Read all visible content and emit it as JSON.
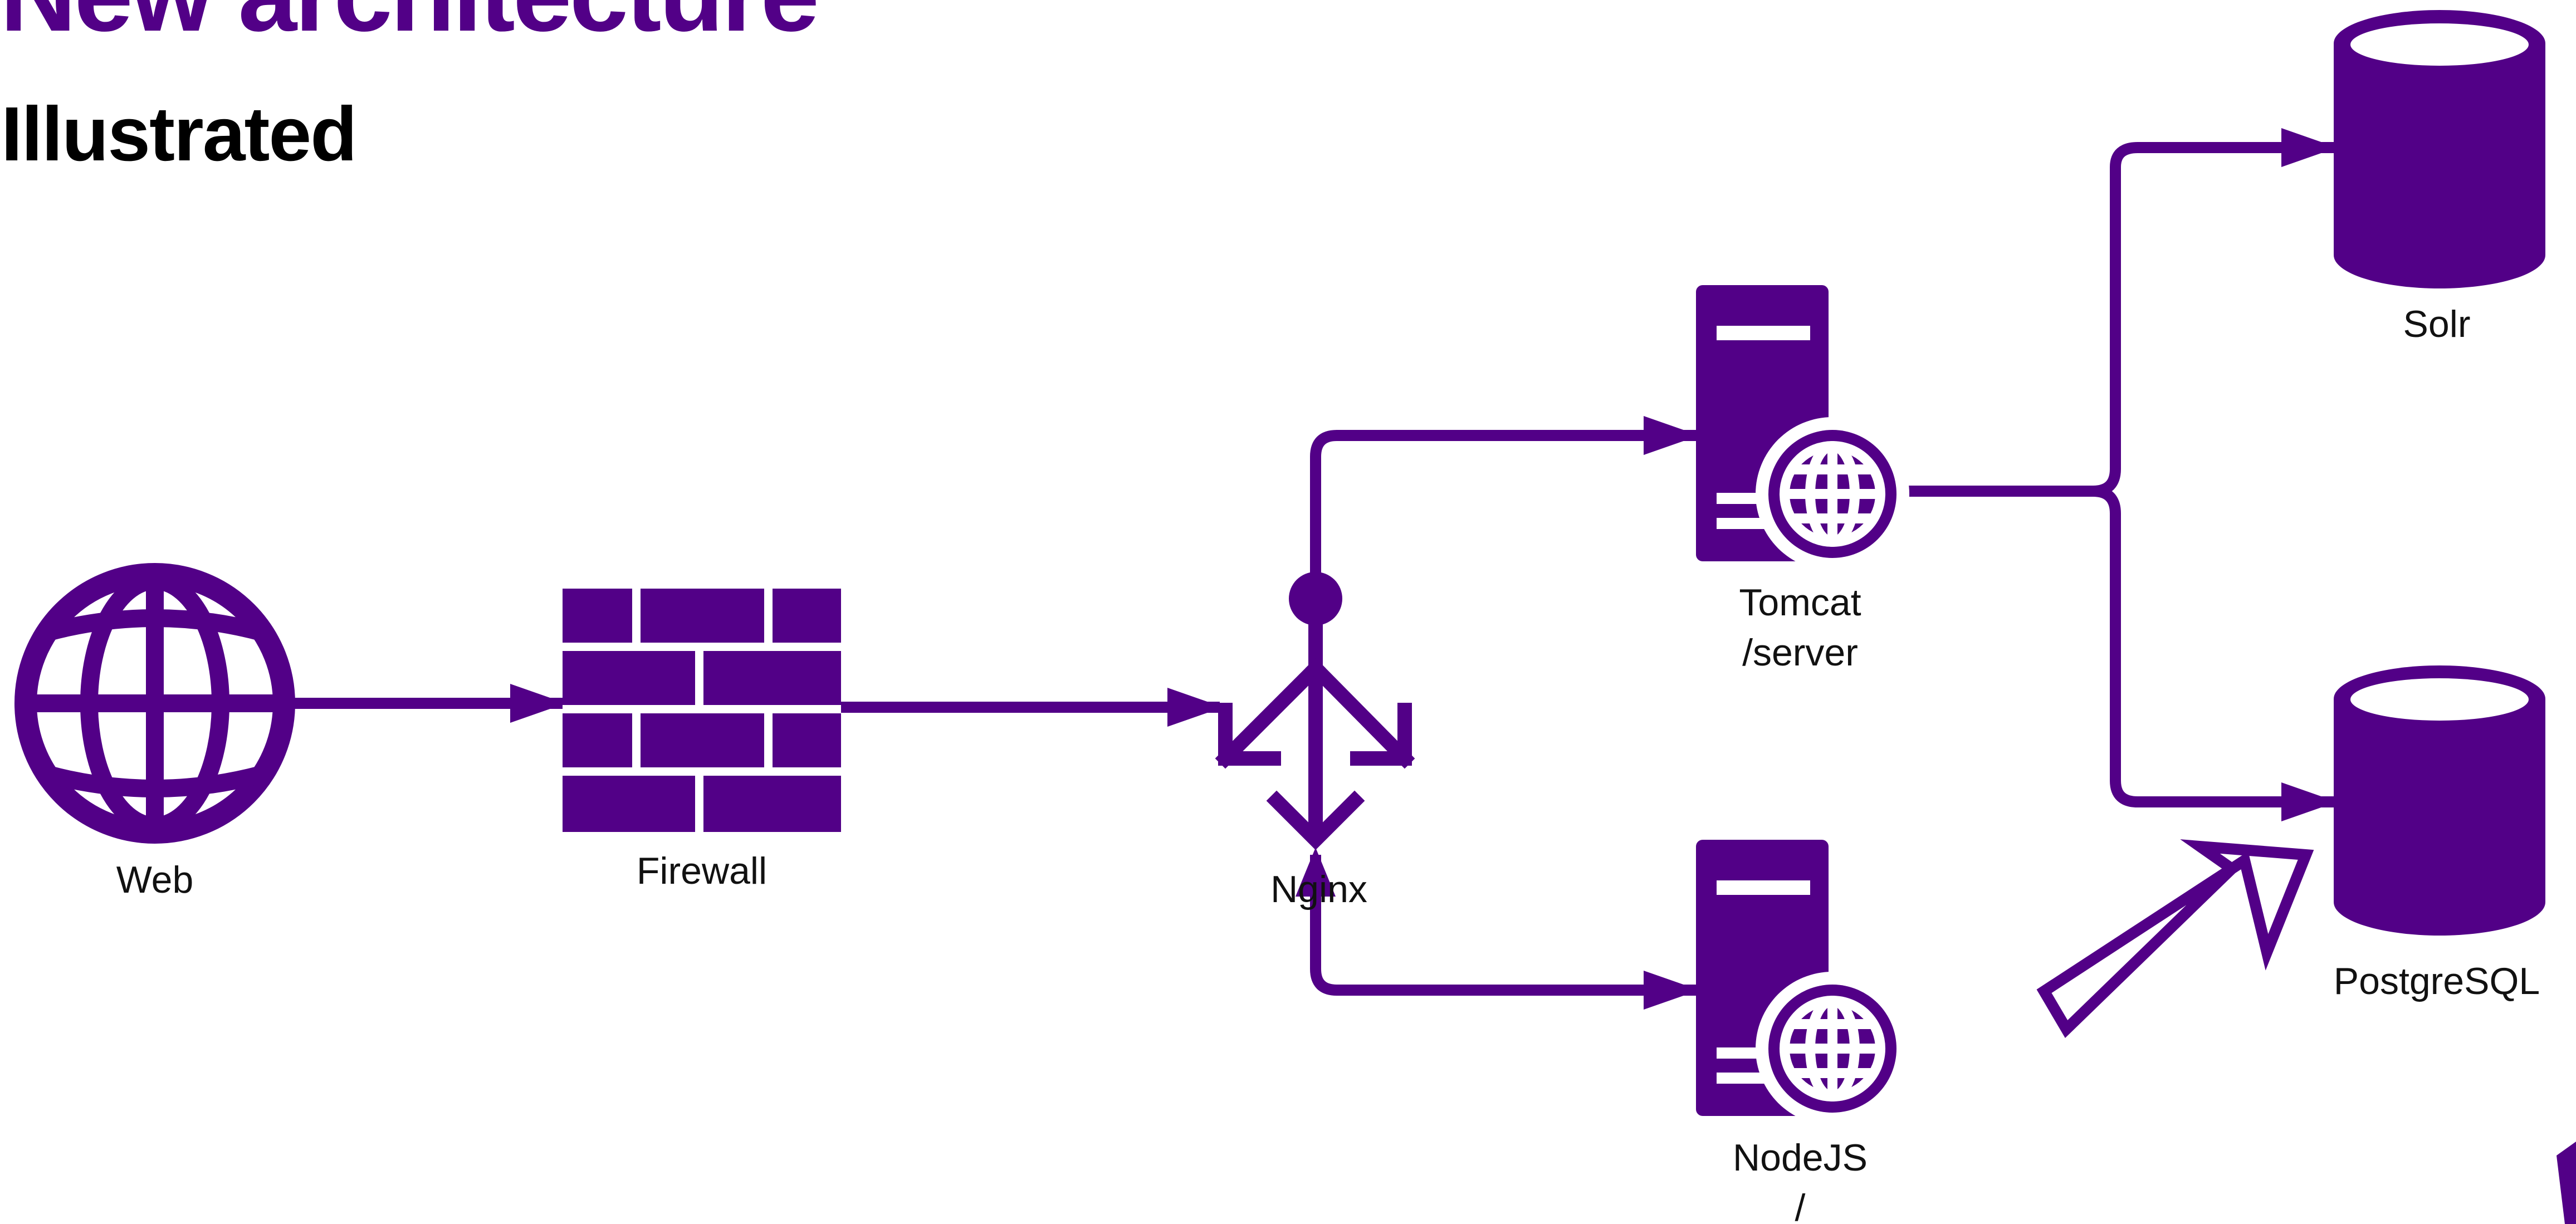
{
  "slide": {
    "title": "New architecture",
    "subtitle": "Illustrated"
  },
  "colors": {
    "accent": "#520087",
    "text": "#111111",
    "background": "#ffffff"
  },
  "nodes": {
    "web": {
      "label": "Web",
      "icon": "globe-icon"
    },
    "firewall": {
      "label": "Firewall",
      "icon": "brick-wall-icon"
    },
    "nginx": {
      "label": "Nginx",
      "icon": "load-balancer-icon"
    },
    "tomcat": {
      "label_line1": "Tomcat",
      "label_line2": "/server",
      "icon": "web-server-icon"
    },
    "nodejs": {
      "label_line1": "NodeJS",
      "label_line2": "/",
      "icon": "web-server-icon"
    },
    "solr": {
      "label": "Solr",
      "icon": "database-icon"
    },
    "postgresql": {
      "label": "PostgreSQL",
      "icon": "database-icon"
    }
  }
}
